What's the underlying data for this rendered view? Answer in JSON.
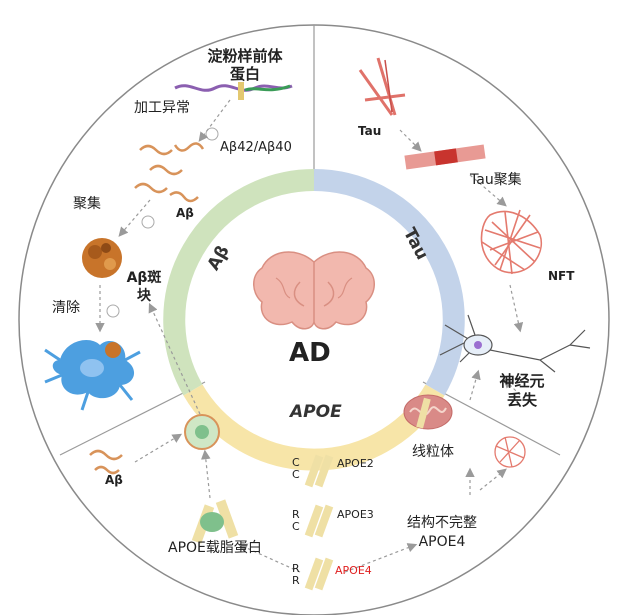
{
  "center": {
    "label": "AD"
  },
  "ring_segments": {
    "abeta": "Aβ",
    "tau": "Tau",
    "apoe": "APOE"
  },
  "abeta_pathway": {
    "precursor": "淀粉样前体蛋白",
    "processing": "加工异常",
    "ratio": "Aβ42/Aβ40",
    "monomer": "Aβ",
    "aggregation": "聚集",
    "plaque": "Aβ斑块",
    "clearance": "清除"
  },
  "tau_pathway": {
    "tau": "Tau",
    "aggregation": "Tau聚集",
    "nft": "NFT",
    "neuron_loss": "神经元丢失"
  },
  "apoe_pathway": {
    "abeta": "Aβ",
    "lipoprotein": "APOE载脂蛋白",
    "mitochondria": "线粒体",
    "incomplete": "结构不完整APOE4",
    "isoforms": [
      {
        "name": "APOE2",
        "residues": [
          "C",
          "C"
        ]
      },
      {
        "name": "APOE3",
        "residues": [
          "R",
          "C"
        ]
      },
      {
        "name": "APOE4",
        "residues": [
          "R",
          "R"
        ]
      }
    ]
  },
  "colors": {
    "abeta_segment": "#cfe3bd",
    "tau_segment": "#c3d3ea",
    "apoe_segment": "#f7e5a8",
    "apoe4_text": "#e02020",
    "brain": "#f2b8ae",
    "neuron_blue": "#4d9fe0",
    "aggregate_orange": "#c8742a"
  }
}
